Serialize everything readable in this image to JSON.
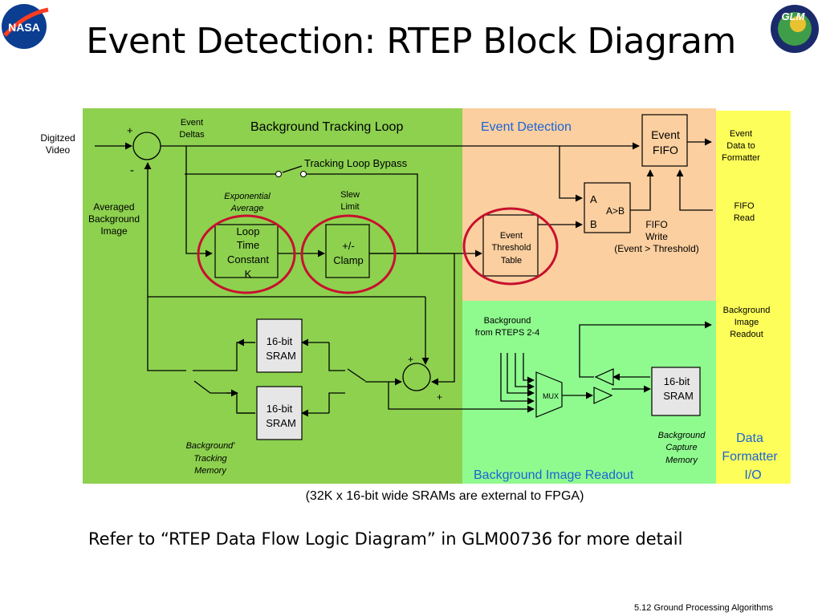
{
  "title": "Event Detection: RTEP Block Diagram",
  "logos": {
    "left": "NASA",
    "right": "GLM"
  },
  "regions": {
    "background_tracking_loop": "Background Tracking Loop",
    "event_detection": "Event Detection",
    "background_image_readout": "Background Image Readout",
    "data_formatter_io": [
      "Data",
      "Formatter",
      "I/O"
    ]
  },
  "inputs": {
    "digitized_video": [
      "Digitzed",
      "Video"
    ],
    "averaged_background_image": [
      "Averaged",
      "Background",
      "Image"
    ]
  },
  "labels": {
    "event_deltas": [
      "Event",
      "Deltas"
    ],
    "plus": "+",
    "minus": "-",
    "tracking_loop_bypass": "Tracking Loop Bypass",
    "exponential_average": [
      "Exponential",
      "Average"
    ],
    "slew_limit": [
      "Slew",
      "Limit"
    ],
    "fifo_write": [
      "FIFO",
      "Write",
      "(Event > Threshold)"
    ],
    "event_data_to_formatter": [
      "Event",
      "Data to",
      "Formatter"
    ],
    "fifo_read": [
      "FIFO",
      "Read"
    ],
    "background_image_readout_out": [
      "Background",
      "Image",
      "Readout"
    ],
    "background_from_rteps": [
      "Background",
      "from RTEPS 2-4"
    ],
    "background_tracking_memory": [
      "Background'",
      "Tracking",
      "Memory"
    ],
    "background_capture_memory": [
      "Background",
      "Capture",
      "Memory"
    ]
  },
  "blocks": {
    "loop_time_constant": [
      "Loop",
      "Time",
      "Constant",
      "K"
    ],
    "clamp": [
      "+/-",
      "Clamp"
    ],
    "event_threshold_table": [
      "Event",
      "Threshold",
      "Table"
    ],
    "event_fifo": [
      "Event",
      "FIFO"
    ],
    "comparator": {
      "a": "A",
      "b": "B",
      "op": "A>B"
    },
    "sram_top": [
      "16-bit",
      "SRAM"
    ],
    "sram_bottom": [
      "16-bit",
      "SRAM"
    ],
    "sram_capture": [
      "16-bit",
      "SRAM"
    ],
    "mux": "MUX"
  },
  "colors": {
    "green": "#8dd14f",
    "orange": "#fbcf9f",
    "light_green": "#8ffb8f",
    "yellow": "#fefe5a",
    "blue_text": "#1a64d8",
    "red_circle": "#c8102e"
  },
  "note": "(32K x 16-bit wide SRAMs are external to FPGA)",
  "refer": "Refer to “RTEP Data Flow Logic Diagram” in GLM00736 for more detail",
  "footer": "5.12 Ground Processing Algorithms"
}
